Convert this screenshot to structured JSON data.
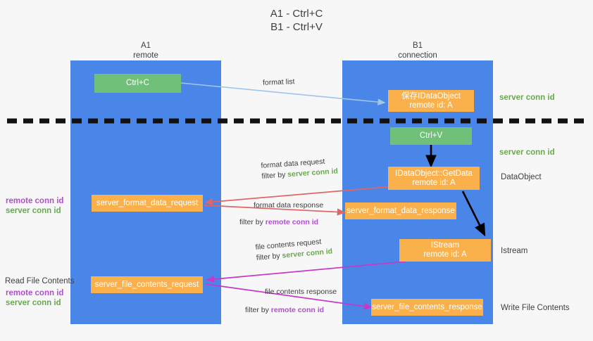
{
  "title": {
    "line1": "A1 - Ctrl+C",
    "line2": "B1 - Ctrl+V"
  },
  "lanes": [
    {
      "name": "A1",
      "role": "remote",
      "color": "#4a86e8"
    },
    {
      "name": "B1",
      "role": "connection",
      "color": "#4a86e8"
    }
  ],
  "colors": {
    "lane": "#4a86e8",
    "green_box": "#71c07a",
    "orange_box": "#fbb14b",
    "server_conn_id": "#6aa84f",
    "remote_conn_id": "#b14ecb",
    "arrow_blue": "#9fc5e8",
    "arrow_red": "#e06666",
    "arrow_magenta": "#c838c8",
    "arrow_black": "#000000"
  },
  "nodes": {
    "ctrl_c": "Ctrl+C",
    "ctrl_v": "Ctrl+V",
    "save_dataobject": {
      "line1": "保存IDataObject",
      "line2": "remote id: A"
    },
    "getdata": {
      "line1": "IDataObject::GetData",
      "line2": "remote id: A"
    },
    "istream": {
      "line1": "IStream",
      "line2": "remote id: A"
    },
    "server_format_data_request": "server_format_data_request",
    "server_format_data_response": "server_format_data_response",
    "server_file_contents_request": "server_file_contents_request",
    "server_file_contents_response": "server_file_contents_response"
  },
  "edges": {
    "format_list": "format list",
    "format_data_request": {
      "line1": "format data request",
      "filter_prefix": "filter by ",
      "filter_value": "server conn id"
    },
    "format_data_response": {
      "line1": "format data response",
      "filter_prefix": "filter by ",
      "filter_value": "remote conn id"
    },
    "file_contents_request": {
      "line1": "file contents request",
      "filter_prefix": "filter by ",
      "filter_value": "server conn id"
    },
    "file_contents_response": {
      "line1": "file contents response",
      "filter_prefix": "filter by ",
      "filter_value": "remote conn id"
    }
  },
  "right_labels": {
    "server_conn_id_top": "server conn id",
    "server_conn_id_mid": "server conn id",
    "dataobject": "DataObject",
    "istream": "Istream",
    "write_file_contents": "Write File Contents"
  },
  "left_labels": {
    "pair_one": {
      "remote": "remote conn id",
      "server": "server conn id"
    },
    "read_file_contents": "Read File Contents",
    "pair_two": {
      "remote": "remote conn id",
      "server": "server conn id"
    }
  }
}
